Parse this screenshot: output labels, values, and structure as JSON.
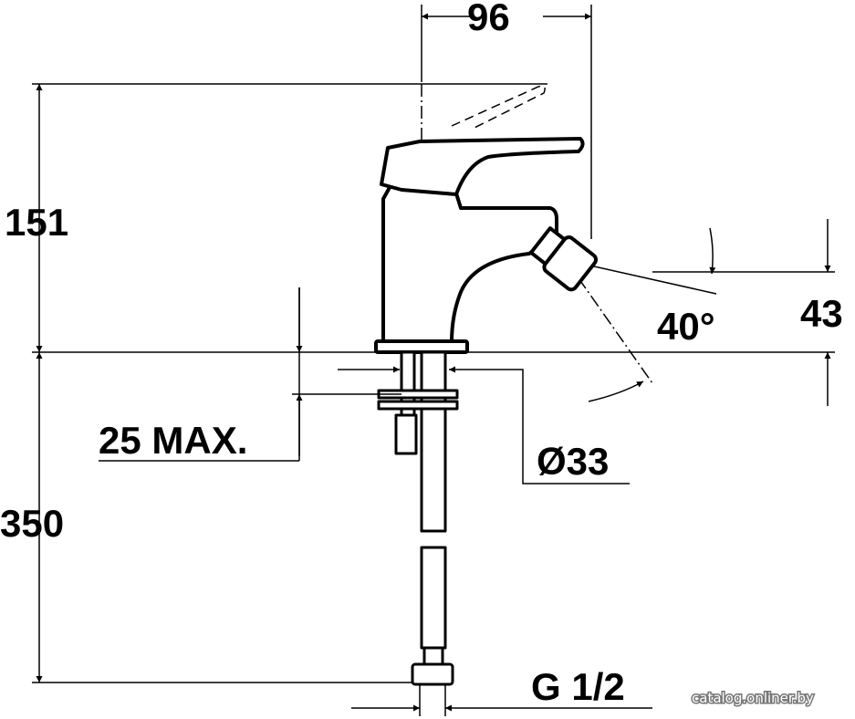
{
  "drawing": {
    "dimensions": {
      "width_top": "96",
      "height_total": "151",
      "spout_height": "43",
      "spray_angle": "40°",
      "mount_thickness": "25 MAX.",
      "hole_diameter": "Ø33",
      "hose_length": "350",
      "connection_thread": "G 1/2"
    },
    "watermark": "catalog.onliner.by",
    "colors": {
      "line": "#000000",
      "background": "#ffffff"
    }
  }
}
